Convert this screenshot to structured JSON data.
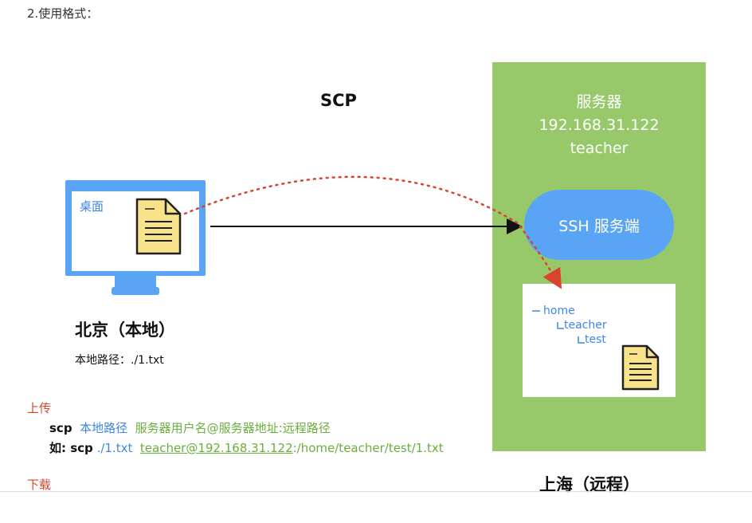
{
  "heading": "2.使用格式：",
  "scp_title": "SCP",
  "server": {
    "name": "服务器",
    "ip": "192.168.31.122",
    "user": "teacher",
    "ssh_label": "SSH 服务端",
    "tree": {
      "home": "home",
      "teacher": "teacher",
      "test": "test"
    }
  },
  "local": {
    "desktop_label": "桌面",
    "location_label": "北京（本地）",
    "path_label": "本地路径：./1.txt"
  },
  "remote": {
    "location_label": "上海（远程）"
  },
  "upload": {
    "title": "上传",
    "syntax_cmd": "scp",
    "syntax_local": "本地路径",
    "syntax_remote": "服务器用户名@服务器地址:远程路径",
    "example_prefix": "如: scp",
    "example_local": "./1.txt",
    "example_remote_host": "teacher@192.168.31.122",
    "example_remote_path": ":/home/teacher/test/1.txt"
  },
  "download": {
    "title": "下载"
  },
  "colors": {
    "server_bg": "#97c96a",
    "accent_blue": "#5aa4f5",
    "arrow_red": "#d9442f",
    "file_yellow": "#f9e38a"
  },
  "icons": [
    "monitor-icon",
    "document-icon",
    "arrow-icon"
  ]
}
